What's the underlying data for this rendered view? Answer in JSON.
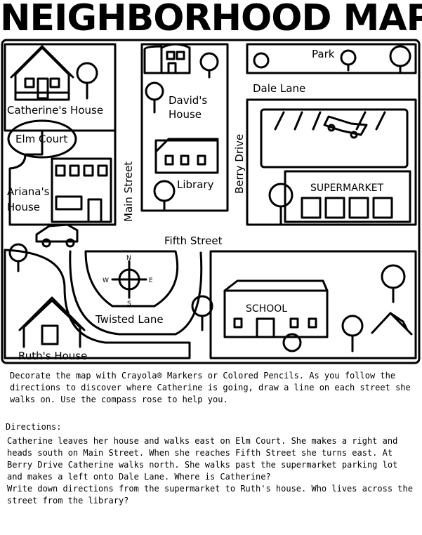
{
  "title": "NEIGHBORHOOD MAP",
  "labels": {
    "park": "Park",
    "dale_lane": "Dale Lane",
    "catherines_house": "Catherine's House",
    "davids_house_1": "David's",
    "davids_house_2": "House",
    "elm_court": "Elm Court",
    "berry_drive": "Berry Drive",
    "library": "Library",
    "main_street": "Main Street",
    "arianas_house_1": "Ariana's",
    "arianas_house_2": "House",
    "supermarket": "SUPERMARKET",
    "fifth_street": "Fifth Street",
    "school": "SCHOOL",
    "twisted_lane": "Twisted Lane",
    "ruths_house": "Ruth's House"
  },
  "compass": {
    "n": "N",
    "s": "S",
    "e": "E",
    "w": "W"
  },
  "intro": "Decorate the map with Crayola® Markers or Colored Pencils. As you follow the directions to discover where Catherine is going, draw a line on each street she walks on. Use the compass rose to help you.",
  "directions_heading": "Directions:",
  "directions": [
    "Catherine leaves her house and walks east on Elm Court. She makes a right and heads south on Main Street. When she reaches Fifth Street she turns east. At Berry Drive Catherine walks north. She walks past the supermarket parking lot and makes a left onto Dale Lane. Where is Catherine?",
    "Write down directions from the supermarket to Ruth's house. Who lives across the street from the library?"
  ]
}
